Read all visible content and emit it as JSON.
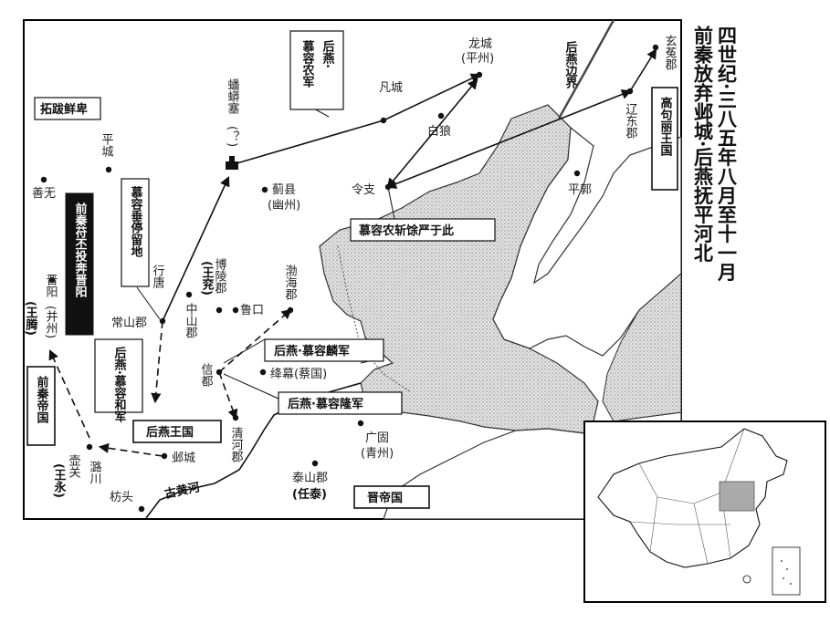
{
  "title_lines": [
    "四世纪·三八五年八月至十一月",
    "前秦放弃邺城·后燕抚平河北"
  ],
  "places": {
    "longcheng": "龙城",
    "longcheng_sub": "(平州)",
    "xuantu": "玄菟郡",
    "liaodong": "辽东郡",
    "fancheng": "凡城",
    "bailang": "白狼",
    "lingzhi": "令支",
    "pingguo": "平郭",
    "tangwusai": "蟠蟒塞",
    "tangwusai_sub": "(？)",
    "jixian": "蓟县",
    "jixian_sub": "(幽州)",
    "pingcheng": "平城",
    "shanwu": "善无",
    "xingtang": "行唐",
    "changshan": "常山郡",
    "zhongshan": "中山郡",
    "boling": "博陵郡",
    "boling_sub": "(王兖)",
    "lukou": "鲁口",
    "bohai": "渤海郡",
    "xindu": "信都",
    "jiangmu": "绛幕(蔡国)",
    "qinghe": "清河郡",
    "guanggu": "广固",
    "guanggu_sub": "(青州)",
    "taishan": "泰山郡",
    "taishan_sub": "(任泰)",
    "yecheng": "邺城",
    "lucheng": "潞川",
    "huguan": "壶关",
    "huguan_sub": "(王永)",
    "fangtou": "枋头",
    "jinyang": "晋阳",
    "jinyang_sub": "(并州)",
    "jinyang_sub2": "(王腾)",
    "gu_huanghe": "古黄河"
  },
  "boxes": {
    "tuoba": "拓跋鲜卑",
    "murong_nong": "慕容农军",
    "murong_nong_prefix": "后燕·",
    "murong_chui": "慕容垂停留地",
    "murong_he": "后燕·慕容和军",
    "fupi": "前秦苻丕投奔晋阳",
    "qianqin_state": "前秦帝国",
    "houyan_state": "后燕王国",
    "jin_state": "晋帝国",
    "gaogouli": "高句丽王国",
    "murong_lin": "后燕·慕容麟军",
    "murong_long": "后燕·慕容隆军",
    "zhan_xuyan": "慕容农斩馀严于此",
    "houyan_border": "后燕边界"
  },
  "colors": {
    "ink": "#111111",
    "sea": "#cfcfcf",
    "frame": "#000000"
  }
}
